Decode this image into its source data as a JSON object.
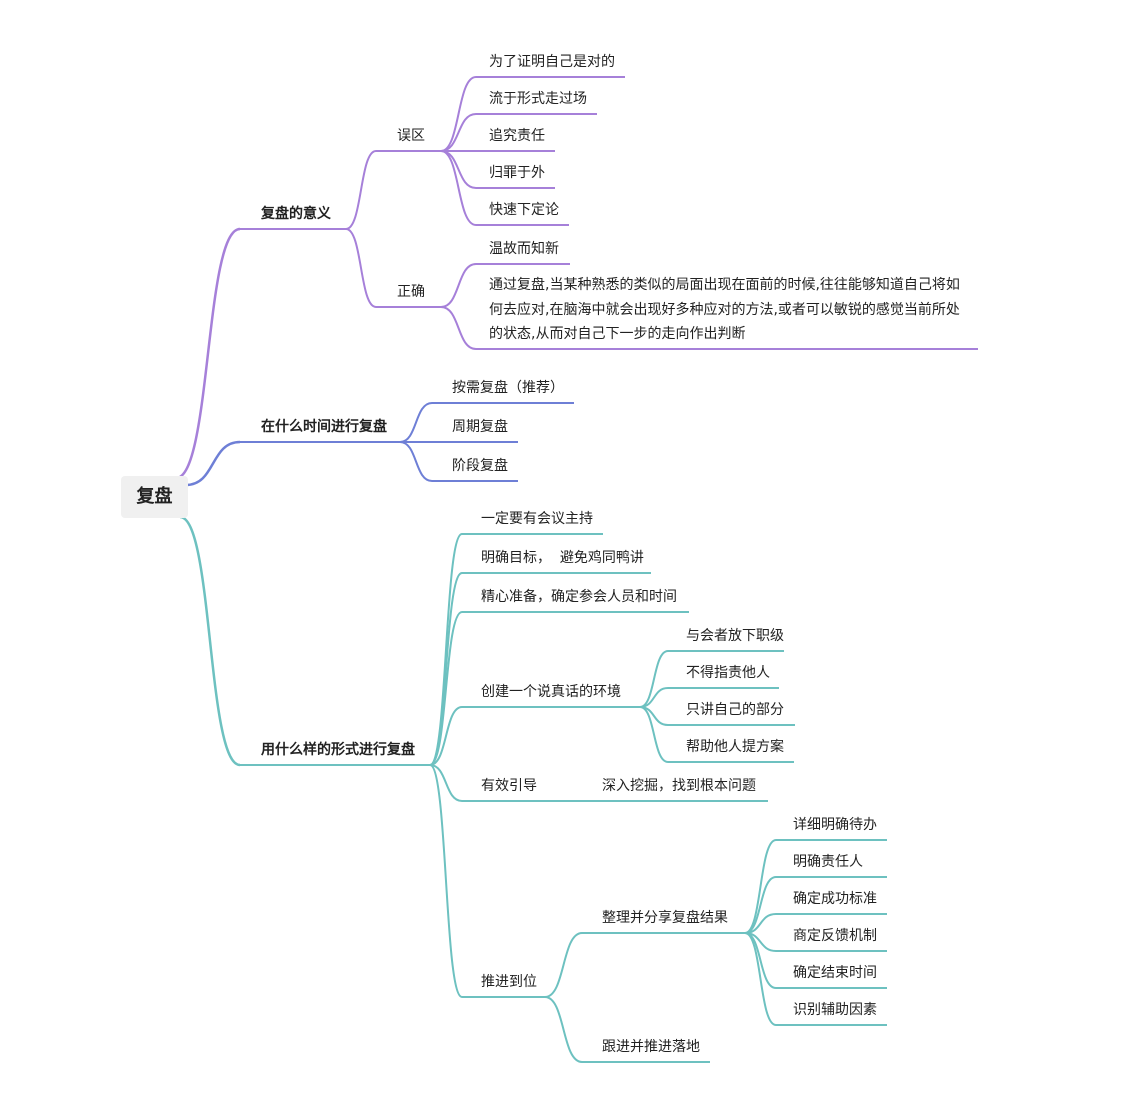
{
  "colors": {
    "purple": "#a680d9",
    "blue": "#6e7fd6",
    "teal": "#6dc1c0"
  },
  "root": "复盘",
  "b1": {
    "title": "复盘的意义",
    "wuqu": {
      "label": "误区",
      "items": [
        "为了证明自己是对的",
        "流于形式走过场",
        "追究责任",
        "归罪于外",
        "快速下定论"
      ]
    },
    "zhengque": {
      "label": "正确",
      "items": [
        "温故而知新",
        "通过复盘,当某种熟悉的类似的局面出现在面前的时候,往往能够知道自己将如何去应对,在脑海中就会出现好多种应对的方法,或者可以敏锐的感觉当前所处的状态,从而对自己下一步的走向作出判断"
      ]
    }
  },
  "b2": {
    "title": "在什么时间进行复盘",
    "items": [
      "按需复盘（推荐）",
      "周期复盘",
      "阶段复盘"
    ]
  },
  "b3": {
    "title": "用什么样的形式进行复盘",
    "items": [
      "一定要有会议主持",
      "明确目标，  避免鸡同鸭讲",
      "精心准备，确定参会人员和时间"
    ],
    "env": {
      "label": "创建一个说真话的环境",
      "items": [
        "与会者放下职级",
        "不得指责他人",
        "只讲自己的部分",
        "帮助他人提方案"
      ]
    },
    "guide": {
      "label": "有效引导",
      "child": "深入挖掘，找到根本问题"
    },
    "push": {
      "label": "推进到位",
      "share": {
        "label": "整理并分享复盘结果",
        "items": [
          "详细明确待办",
          "明确责任人",
          "确定成功标准",
          "商定反馈机制",
          "确定结束时间",
          "识别辅助因素"
        ]
      },
      "follow": "跟进并推进落地"
    }
  }
}
